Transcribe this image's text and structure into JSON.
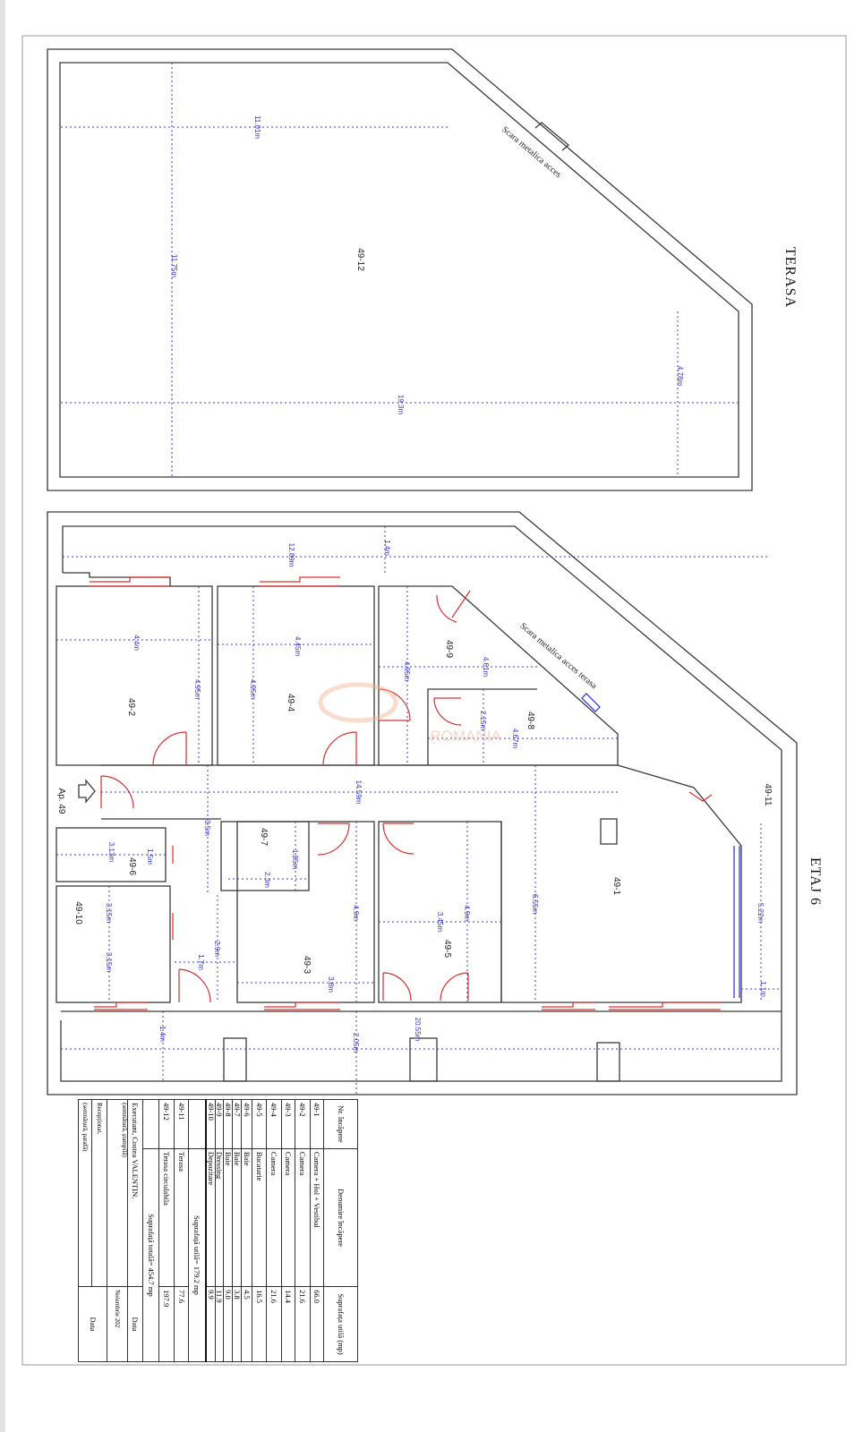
{
  "terasa": {
    "title": "TERASA",
    "room": "49-12",
    "stair_label": "Scara metalica acces",
    "dims": [
      "11.01m",
      "11.75m",
      "19.3m",
      "4.78m"
    ]
  },
  "etaj": {
    "title": "ETAJ 6",
    "entrance": "Ap. 49",
    "stair_label": "Scara metalica acces terasa",
    "watermark": "ROMANIA",
    "rooms": [
      "49-1",
      "49-2",
      "49-3",
      "49-4",
      "49-5",
      "49-6",
      "49-7",
      "49-8",
      "49-9",
      "49-10",
      "49-11"
    ],
    "dims": [
      "12.89m",
      "1.4m",
      "4.4m",
      "4.95m",
      "4.45m",
      "4.95m",
      "4.95m",
      "4.61m",
      "2.15m",
      "4.67m",
      "14.59m",
      "3.5m",
      "1.85m",
      "2.3m",
      "3.13m",
      "1.5m",
      "3.15m",
      "3.15m",
      "4.9m",
      "2.9m",
      "1.7m",
      "3.8m",
      "4.9m",
      "3.45m",
      "6.55m",
      "5.22m",
      "1.1m",
      "1.4m",
      "2.05m",
      "20.55m"
    ]
  },
  "table": {
    "headers": [
      "Nr. încăpere",
      "Denumire încăpere",
      "Suprafața utilă (mp)"
    ],
    "rows": [
      {
        "nr": "49-1",
        "name": "Camera + Hol + Vestibul",
        "area": "66.0"
      },
      {
        "nr": "49-2",
        "name": "Camera",
        "area": "21.6"
      },
      {
        "nr": "49-3",
        "name": "Camera",
        "area": "14.4"
      },
      {
        "nr": "49-4",
        "name": "Camera",
        "area": "21.6"
      },
      {
        "nr": "49-5",
        "name": "Bucatarie",
        "area": "16.5"
      },
      {
        "nr": "49-6",
        "name": "Baie",
        "area": "4.5"
      },
      {
        "nr": "49-7",
        "name": "Baie",
        "area": "3.8"
      },
      {
        "nr": "49-8",
        "name": "Baie",
        "area": "9.0"
      },
      {
        "nr": "49-9",
        "name": "Dressing",
        "area": "11.9"
      },
      {
        "nr": "49-10",
        "name": "Depozitare",
        "area": "9.9"
      }
    ],
    "usable_total": "Suprafață utilă= 179.2 mp",
    "extra_rows": [
      {
        "nr": "49-11",
        "name": "Terasa",
        "area": "77.6"
      },
      {
        "nr": "49-12",
        "name": "Terasa circulabila",
        "area": "197.9"
      }
    ],
    "grand_total": "Suprafață totală= 454.7 mp",
    "executant": "Executant, Costea VALENTIN.",
    "executant_sign": "(semnătură, ștampilă)",
    "data_label": "Data",
    "date_value": "Noiembrie 202",
    "receptionat": "Recepționat,",
    "receptionat_sign": "(semnătură, parafă)",
    "data_label2": "Data"
  }
}
